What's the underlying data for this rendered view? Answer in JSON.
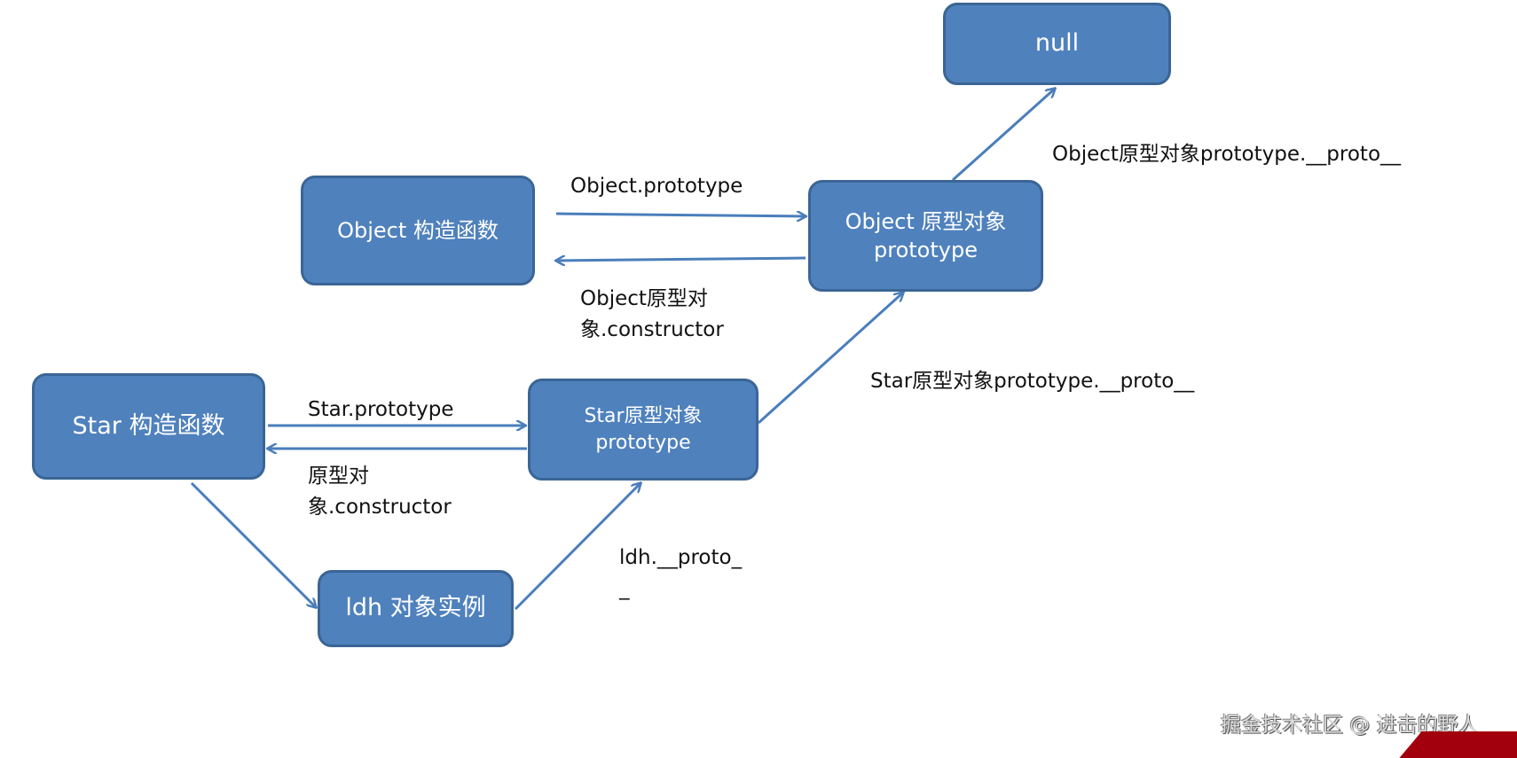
{
  "colors": {
    "box_fill": "#4f81bd",
    "box_border": "#3a6595",
    "arrow": "#4a7ebb"
  },
  "nodes": {
    "null": {
      "line1": "null"
    },
    "object_ctor": {
      "line1": "Object 构造函数"
    },
    "object_proto": {
      "line1": "Object 原型对象",
      "line2": "prototype"
    },
    "star_ctor": {
      "line1": "Star 构造函数"
    },
    "star_proto": {
      "line1": "Star原型对象",
      "line2": "prototype"
    },
    "ldh": {
      "line1": "ldh 对象实例"
    }
  },
  "edge_labels": {
    "object_prototype": "Object.prototype",
    "object_constructor": "Object原型对\n象.constructor",
    "object_proto_proto": "Object原型对象prototype.__proto__",
    "star_proto_proto": "Star原型对象prototype.__proto__",
    "star_prototype": "Star.prototype",
    "star_constructor": "原型对\n象.constructor",
    "ldh_proto": "ldh.__proto_\n_"
  },
  "watermark": "掘金技术社区 @ 进击的野人"
}
